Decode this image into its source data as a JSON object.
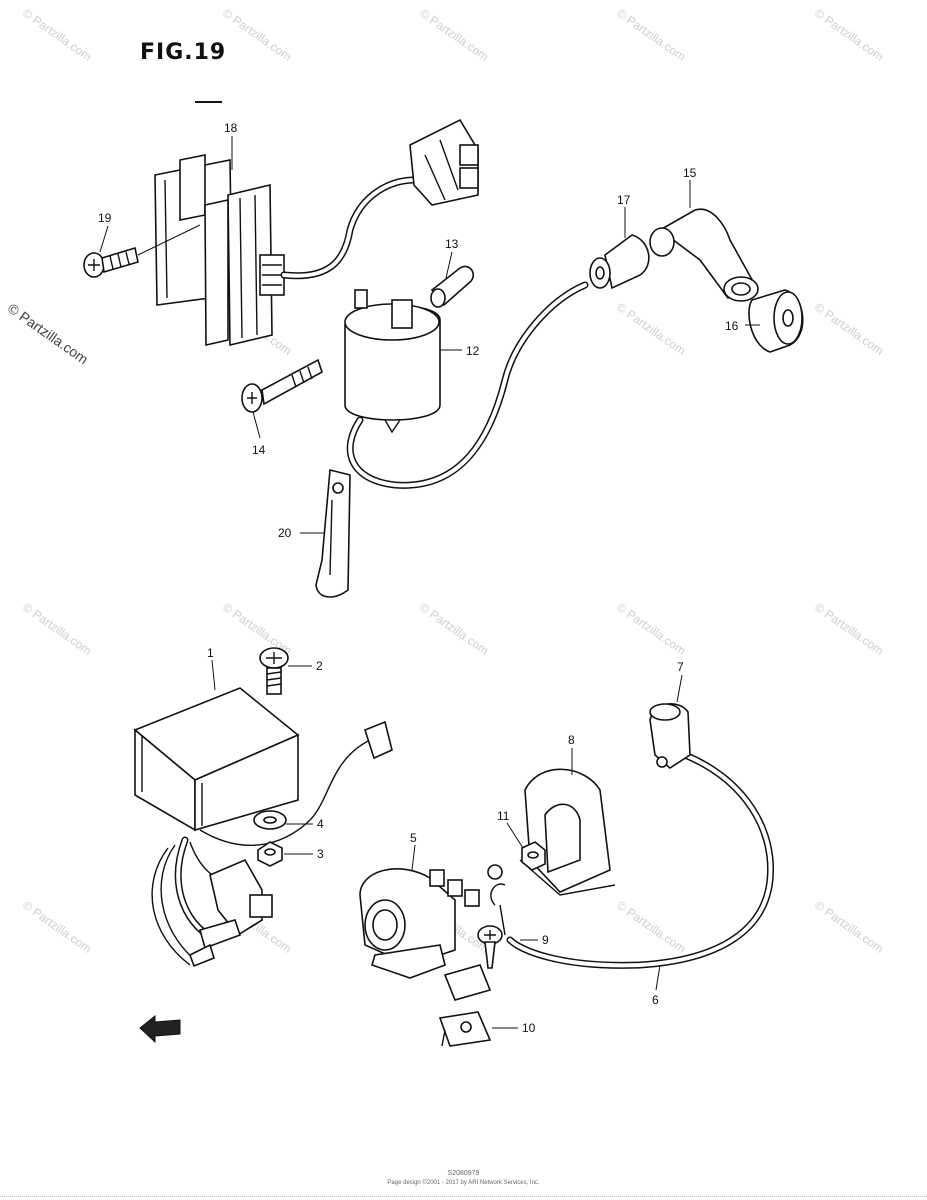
{
  "figure": {
    "title": "FIG.19"
  },
  "watermark": {
    "main": "© Partzilla.com",
    "tile": "© Partzilla.com"
  },
  "callouts": [
    {
      "id": "1",
      "label": "1"
    },
    {
      "id": "2",
      "label": "2"
    },
    {
      "id": "3",
      "label": "3"
    },
    {
      "id": "4",
      "label": "4"
    },
    {
      "id": "5",
      "label": "5"
    },
    {
      "id": "6",
      "label": "6"
    },
    {
      "id": "7",
      "label": "7"
    },
    {
      "id": "8",
      "label": "8"
    },
    {
      "id": "9",
      "label": "9"
    },
    {
      "id": "10",
      "label": "10"
    },
    {
      "id": "11",
      "label": "11"
    },
    {
      "id": "12",
      "label": "12"
    },
    {
      "id": "13",
      "label": "13"
    },
    {
      "id": "14",
      "label": "14"
    },
    {
      "id": "15",
      "label": "15"
    },
    {
      "id": "16",
      "label": "16"
    },
    {
      "id": "17",
      "label": "17"
    },
    {
      "id": "18",
      "label": "18"
    },
    {
      "id": "19",
      "label": "19"
    },
    {
      "id": "20",
      "label": "20"
    }
  ],
  "footer": {
    "code": "S2080979",
    "note": "Page design ©2001 - 2017 by ARI Network Services, Inc."
  }
}
